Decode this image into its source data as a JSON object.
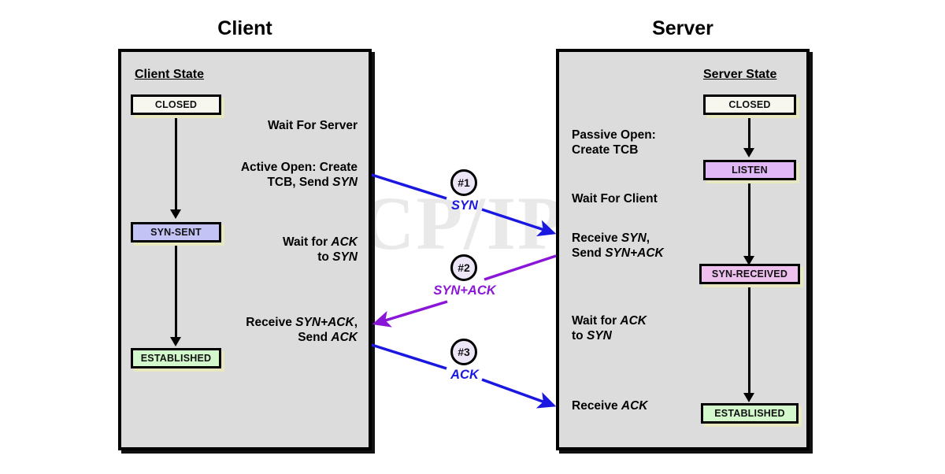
{
  "diagram": {
    "watermark": "The TCP/IP Guide",
    "columns": {
      "client_title": "Client",
      "server_title": "Server"
    }
  },
  "client": {
    "state_heading": "Client State",
    "states": [
      {
        "label": "CLOSED",
        "color": "#f7f7ef"
      },
      {
        "label": "SYN-SENT",
        "color": "#c3c3f5"
      },
      {
        "label": "ESTABLISHED",
        "color": "#d2f8cc"
      }
    ],
    "notes": [
      "Wait For Server",
      "Active Open: Create\nTCB, Send SYN",
      "Wait for ACK\nto SYN",
      "Receive SYN+ACK,\nSend ACK"
    ]
  },
  "server": {
    "state_heading": "Server State",
    "states": [
      {
        "label": "CLOSED",
        "color": "#f7f7ef"
      },
      {
        "label": "LISTEN",
        "color": "#e0b8f5"
      },
      {
        "label": "SYN-RECEIVED",
        "color": "#eec0ee"
      },
      {
        "label": "ESTABLISHED",
        "color": "#d2f8cc"
      }
    ],
    "notes": [
      "Passive Open:\nCreate TCB",
      "Wait For Client",
      "Receive SYN,\nSend SYN+ACK",
      "Wait for ACK\nto SYN",
      "Receive ACK"
    ]
  },
  "messages": [
    {
      "number": "#1",
      "label": "SYN",
      "color": "#1a18e0",
      "direction": "client-to-server"
    },
    {
      "number": "#2",
      "label": "SYN+ACK",
      "color": "#8a16d8",
      "direction": "server-to-client"
    },
    {
      "number": "#3",
      "label": "ACK",
      "color": "#1a18e0",
      "direction": "client-to-server"
    }
  ]
}
